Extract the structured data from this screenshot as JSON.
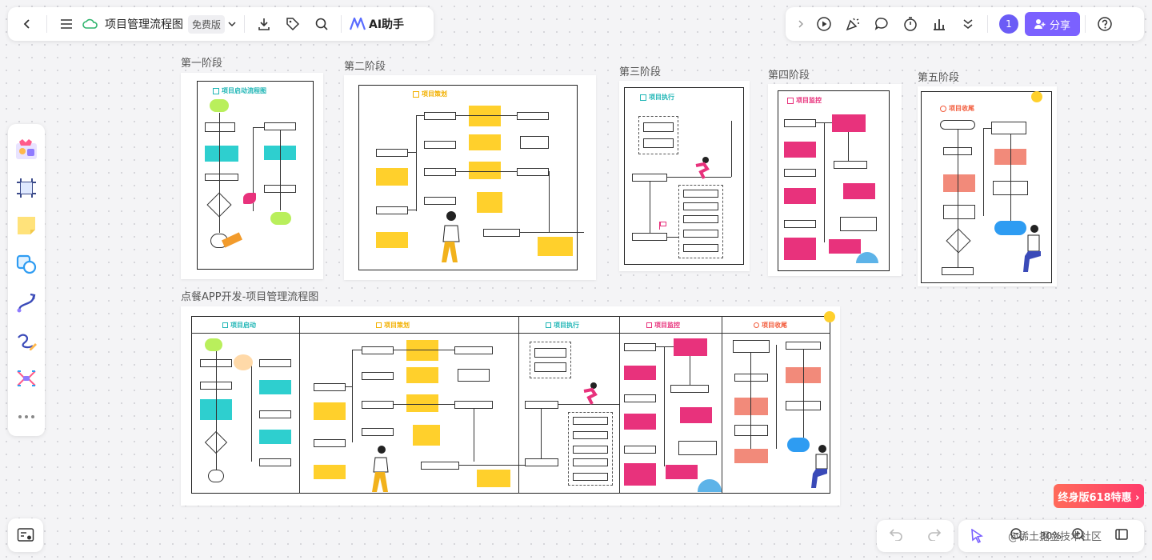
{
  "header": {
    "doc_title": "项目管理流程图",
    "plan_badge": "免费版",
    "ai_label": "AI助手",
    "collaborator_count": "1",
    "share_label": "分享"
  },
  "icons": {
    "back": "chevron-left-icon",
    "menu": "menu-icon",
    "cloud": "cloud-icon",
    "download": "download-icon",
    "tag": "tag-icon",
    "search": "search-icon",
    "play": "play-icon",
    "celebrate": "party-icon",
    "comment": "comment-icon",
    "timer": "timer-icon",
    "chart": "bar-chart-icon",
    "more": "double-chevron-down-icon",
    "help": "help-icon"
  },
  "canvas": {
    "stage_labels": [
      "第一阶段",
      "第二阶段",
      "第三阶段",
      "第四阶段",
      "第五阶段"
    ],
    "stage_titles": [
      "项目启动流程图",
      "项目策划",
      "项目执行",
      "项目监控",
      "项目收尾"
    ],
    "combined_label": "点餐APP开发-项目管理流程图",
    "combined_sections": [
      "项目启动",
      "项目策划",
      "项目执行",
      "项目监控",
      "项目收尾"
    ]
  },
  "promo": {
    "label": "终身版618特惠 ›"
  },
  "zoom": {
    "level": "30%"
  },
  "watermark": {
    "text": "@稀土掘金技术社区"
  },
  "colors": {
    "accent": "#7b61ff",
    "teal": "#2ecfcf",
    "yellow": "#ffd02c",
    "pink": "#e8327c",
    "salmon": "#f28a7a",
    "lime": "#b9ef5c",
    "blue": "#2e9cf2"
  }
}
